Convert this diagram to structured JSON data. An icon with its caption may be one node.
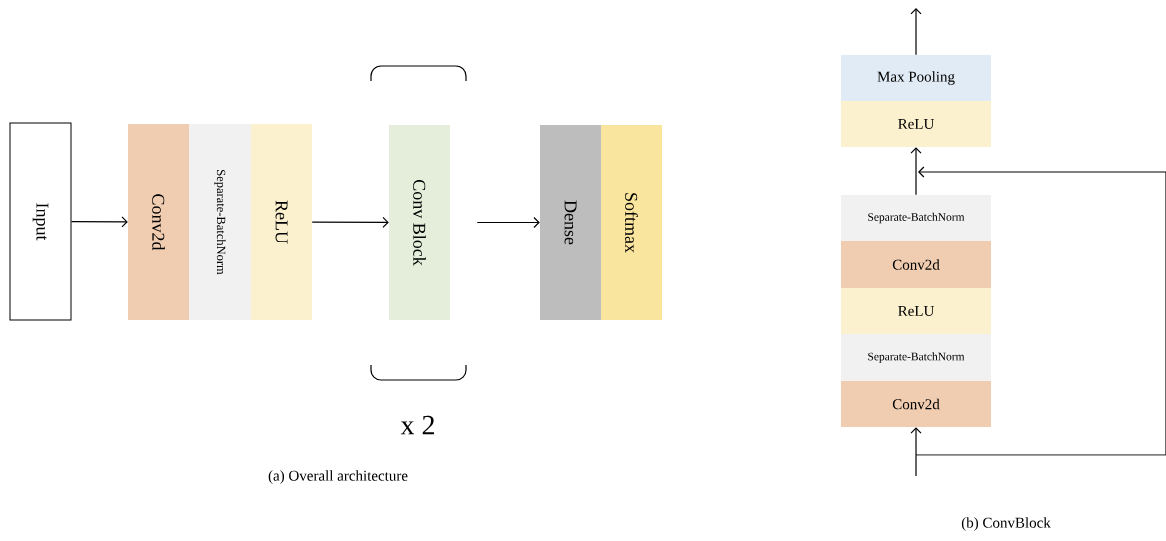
{
  "diagram": {
    "nodes": [
      {
        "text": [
          "Input"
        ]
      },
      {
        "text": [
          "Conv2d"
        ]
      },
      {
        "text": [
          "Separate-BatchNorm"
        ]
      },
      {
        "text": [
          "ReLU"
        ]
      },
      {
        "text": [
          "Conv Block"
        ]
      },
      {
        "text": [
          "Dense"
        ]
      },
      {
        "text": [
          "Softmax"
        ]
      },
      {
        "text": [
          "Max Pooling"
        ]
      },
      {
        "text": [
          "ReLU"
        ]
      },
      {
        "text": [
          "Separate-BatchNorm"
        ]
      },
      {
        "text": [
          "Conv2d"
        ]
      },
      {
        "text": [
          "ReLU"
        ]
      },
      {
        "text": [
          "Separate-BatchNorm"
        ]
      },
      {
        "text": [
          "Conv2d"
        ]
      }
    ],
    "edges": [
      {
        "from": 0,
        "to": 1,
        "arrow": "to"
      },
      {
        "from": 3,
        "to": 4,
        "arrow": "to"
      },
      {
        "from": 4,
        "to": 5,
        "arrow": "to"
      },
      {
        "from": 7,
        "to": null,
        "arrow": "to"
      },
      {
        "from": 9,
        "to": 8,
        "arrow": "to"
      },
      {
        "from": null,
        "to": 8,
        "arrow": "to"
      },
      {
        "from": null,
        "to": 13,
        "arrow": "to"
      }
    ],
    "labels": [
      "x 2",
      "(a) Overall architecture",
      "(b) ConvBlock"
    ]
  }
}
